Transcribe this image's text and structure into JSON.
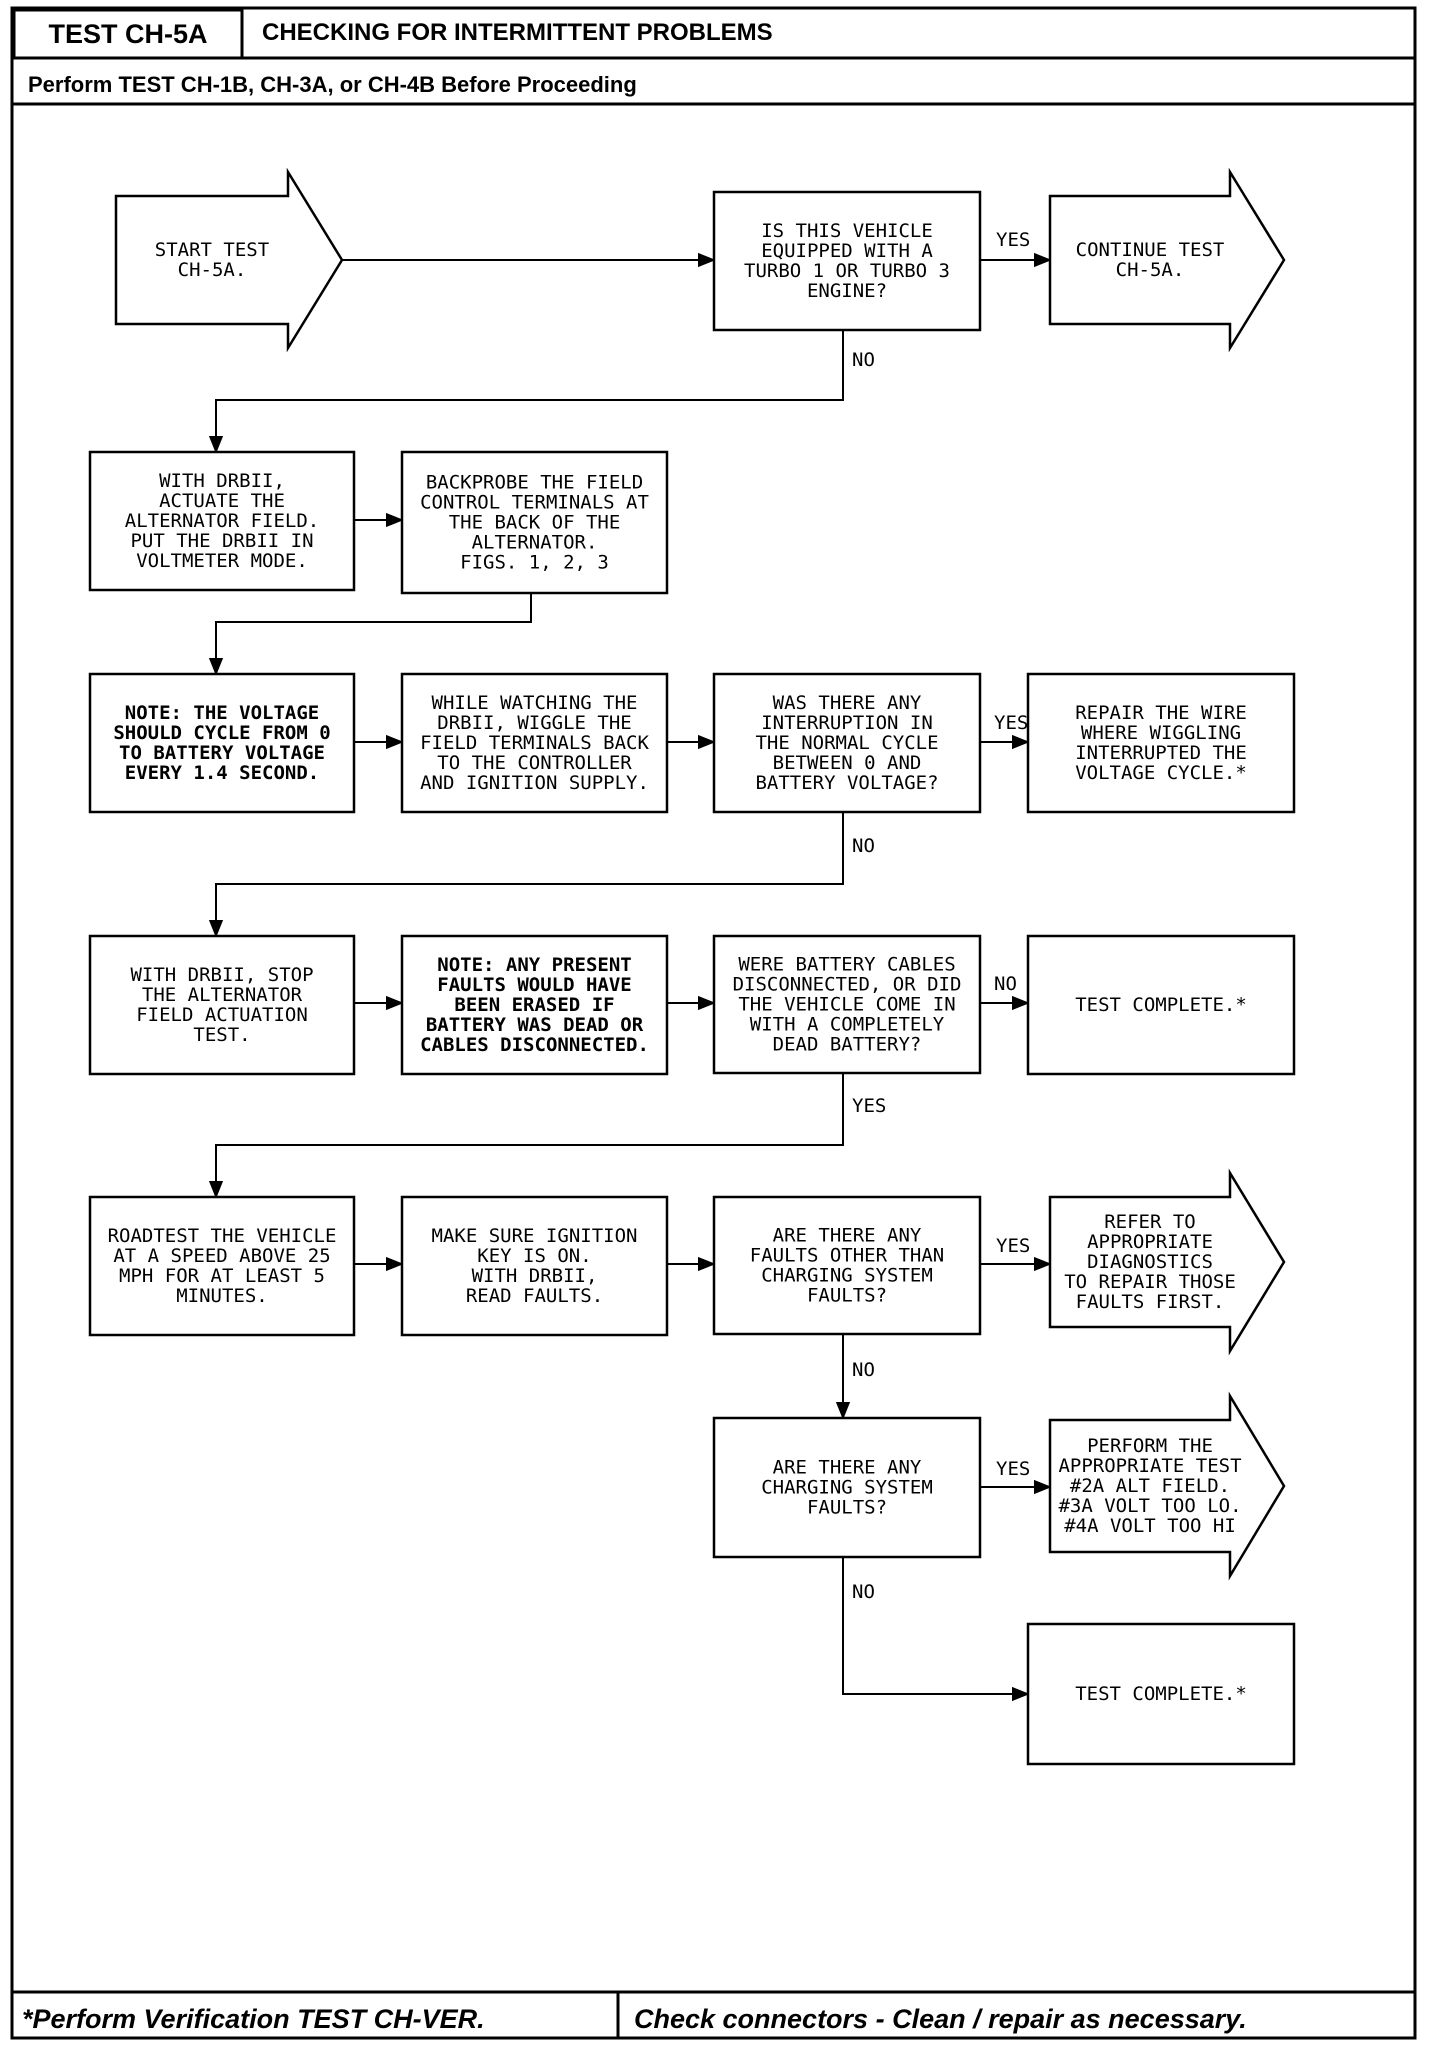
{
  "header": {
    "test_id": "TEST CH-5A",
    "title": "CHECKING FOR INTERMITTENT PROBLEMS",
    "prerequisite": "Perform TEST CH-1B, CH-3A, or CH-4B Before Proceeding"
  },
  "footer": {
    "verification": "*Perform Verification TEST CH-VER.",
    "connectors": "Check connectors - Clean / repair as necessary."
  },
  "nodes": {
    "start": [
      "START TEST",
      "CH-5A."
    ],
    "q_turbo": [
      "IS THIS VEHICLE",
      "EQUIPPED WITH A",
      "TURBO 1 OR TURBO 3",
      "ENGINE?"
    ],
    "continue": [
      "CONTINUE TEST",
      "CH-5A."
    ],
    "actuate": [
      "WITH DRBII,",
      "ACTUATE THE",
      "ALTERNATOR FIELD.",
      "PUT THE DRBII IN",
      "VOLTMETER MODE."
    ],
    "backprobe": [
      "BACKPROBE THE FIELD",
      "CONTROL TERMINALS AT",
      "THE BACK OF THE",
      "ALTERNATOR.",
      "FIGS. 1, 2, 3"
    ],
    "note_voltage": [
      "NOTE: THE VOLTAGE",
      "SHOULD CYCLE FROM 0",
      "TO BATTERY VOLTAGE",
      "EVERY 1.4 SECOND."
    ],
    "wiggle": [
      "WHILE WATCHING THE",
      "DRBII, WIGGLE THE",
      "FIELD TERMINALS BACK",
      "TO THE CONTROLLER",
      "AND IGNITION SUPPLY."
    ],
    "q_interrupt": [
      "WAS THERE ANY",
      "INTERRUPTION IN",
      "THE NORMAL CYCLE",
      "BETWEEN 0 AND",
      "BATTERY VOLTAGE?"
    ],
    "repair_wire": [
      "REPAIR THE WIRE",
      "WHERE WIGGLING",
      "INTERRUPTED THE",
      "VOLTAGE CYCLE.*"
    ],
    "stop_actuation": [
      "WITH DRBII, STOP",
      "THE ALTERNATOR",
      "FIELD ACTUATION",
      "TEST."
    ],
    "note_faults": [
      "NOTE:  ANY PRESENT",
      "FAULTS WOULD HAVE",
      "BEEN ERASED IF",
      "BATTERY WAS DEAD OR",
      "CABLES DISCONNECTED."
    ],
    "q_cables": [
      "WERE BATTERY CABLES",
      "DISCONNECTED, OR DID",
      "THE VEHICLE COME IN",
      "WITH A COMPLETELY",
      "DEAD BATTERY?"
    ],
    "complete_1": [
      "TEST COMPLETE.*"
    ],
    "roadtest": [
      "ROADTEST THE VEHICLE",
      "AT A SPEED ABOVE 25",
      "MPH FOR AT LEAST 5",
      "MINUTES."
    ],
    "read_faults": [
      "MAKE SURE IGNITION",
      "KEY IS ON.",
      "WITH DRBII,",
      "READ FAULTS."
    ],
    "q_other_faults": [
      "ARE THERE ANY",
      "FAULTS OTHER THAN",
      "CHARGING SYSTEM",
      "FAULTS?"
    ],
    "refer": [
      "REFER TO",
      "APPROPRIATE",
      "DIAGNOSTICS",
      "TO REPAIR THOSE",
      "FAULTS FIRST."
    ],
    "q_charging": [
      "ARE THERE ANY",
      "CHARGING SYSTEM",
      "FAULTS?"
    ],
    "perform": [
      "PERFORM THE",
      "APPROPRIATE TEST",
      "#2A ALT FIELD.",
      "#3A VOLT TOO LO.",
      "#4A VOLT TOO HI"
    ],
    "complete_2": [
      "TEST COMPLETE.*"
    ]
  },
  "edge_labels": {
    "turbo_yes": "YES",
    "turbo_no": "NO",
    "interrupt_yes": "YES",
    "interrupt_no": "NO",
    "cables_no": "NO",
    "cables_yes": "YES",
    "other_yes": "YES",
    "other_no": "NO",
    "charging_yes": "YES",
    "charging_no": "NO"
  }
}
